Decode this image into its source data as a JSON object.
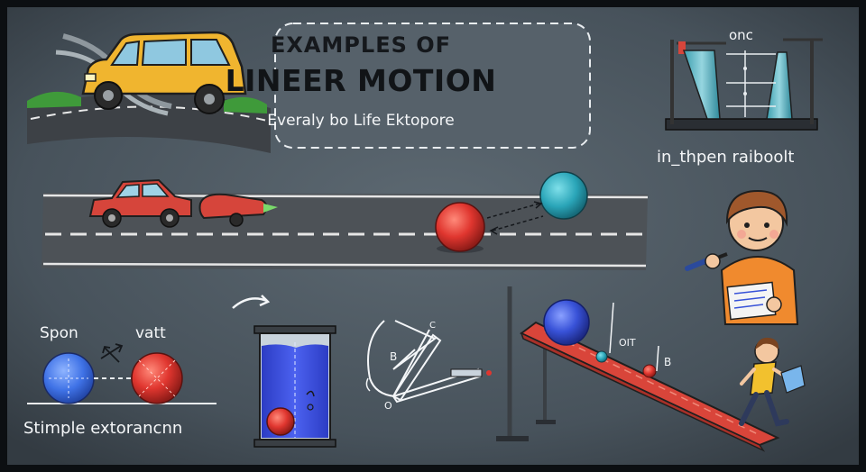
{
  "title": {
    "line1": "EXAMPLES OF",
    "line2": "LINEER MOTION",
    "subtitle": "Everaly bo Life Ektopore"
  },
  "lab_apparatus": {
    "label_top": "onc",
    "label_bottom": "in_thpen raiboolt"
  },
  "collision": {
    "left_label": "Spon",
    "right_label": "vatt",
    "caption": "Stimple extorancnn"
  },
  "diagram": {
    "labels": [
      "B",
      "C",
      "O"
    ]
  },
  "incline": {
    "labels": [
      "OIT",
      "B"
    ]
  },
  "colors": {
    "background": "#4a565f",
    "road": "#4d5257",
    "yellow_car": "#f0b52f",
    "red_car": "#d6453b",
    "teal_ball": "#2aa5b8",
    "red_ball": "#e0362f",
    "blue_ball": "#3852d8",
    "water": "#3a4fe0",
    "ramp": "#d9453a",
    "boy_shirt": "#f08a2e"
  },
  "icons": [
    "yellow-car",
    "red-car",
    "rocket-car",
    "teal-ball",
    "red-ball",
    "blue-ball",
    "lab-apparatus",
    "water-column",
    "pendulum-diagram",
    "inclined-ramp",
    "child-with-pen",
    "running-boy"
  ]
}
